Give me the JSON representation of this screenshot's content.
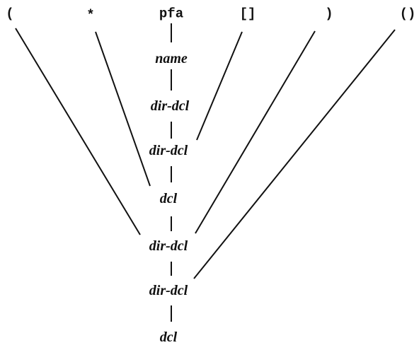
{
  "tokens": [
    "(",
    "*",
    "pfa",
    "[]",
    ")",
    "()"
  ],
  "nodes": [
    "name",
    "dir-dcl",
    "dir-dcl",
    "dcl",
    "dir-dcl",
    "dir-dcl",
    "dcl"
  ],
  "colors": {
    "ink": "#111111",
    "background": "#ffffff"
  }
}
